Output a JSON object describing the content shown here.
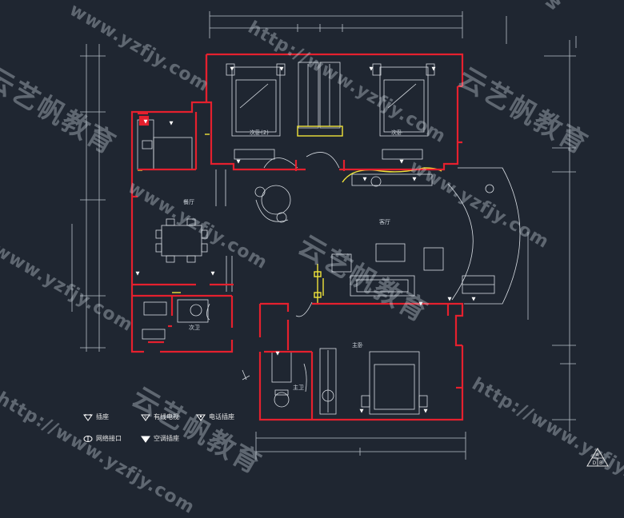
{
  "colors": {
    "background": "#1f2631",
    "wall": "#e5202e",
    "line": "#d8dde3",
    "accent": "#f0e43a",
    "dim": "#b8c0c8"
  },
  "rooms": {
    "bedroom_2": "次卧(2)",
    "bedroom_1": "次卧",
    "dining": "餐厅",
    "living": "客厅",
    "bath_2": "次卫",
    "master_bedroom": "主卧",
    "master_bath": "主卫"
  },
  "legend": [
    {
      "icon": "socket-icon",
      "label": "插座"
    },
    {
      "icon": "tv-socket-icon",
      "label": "有线电视"
    },
    {
      "icon": "phone-socket-icon",
      "label": "电话插座"
    },
    {
      "icon": "network-port-icon",
      "label": "网络接口"
    },
    {
      "icon": "ac-socket-icon",
      "label": "空调插座"
    }
  ],
  "watermarks": {
    "url": "www.yzfjy.com",
    "url_http": "http://www.yzfjy.com",
    "brand": "云艺帆教育"
  },
  "badge": {
    "top": "A",
    "left": "D",
    "right": "B"
  }
}
